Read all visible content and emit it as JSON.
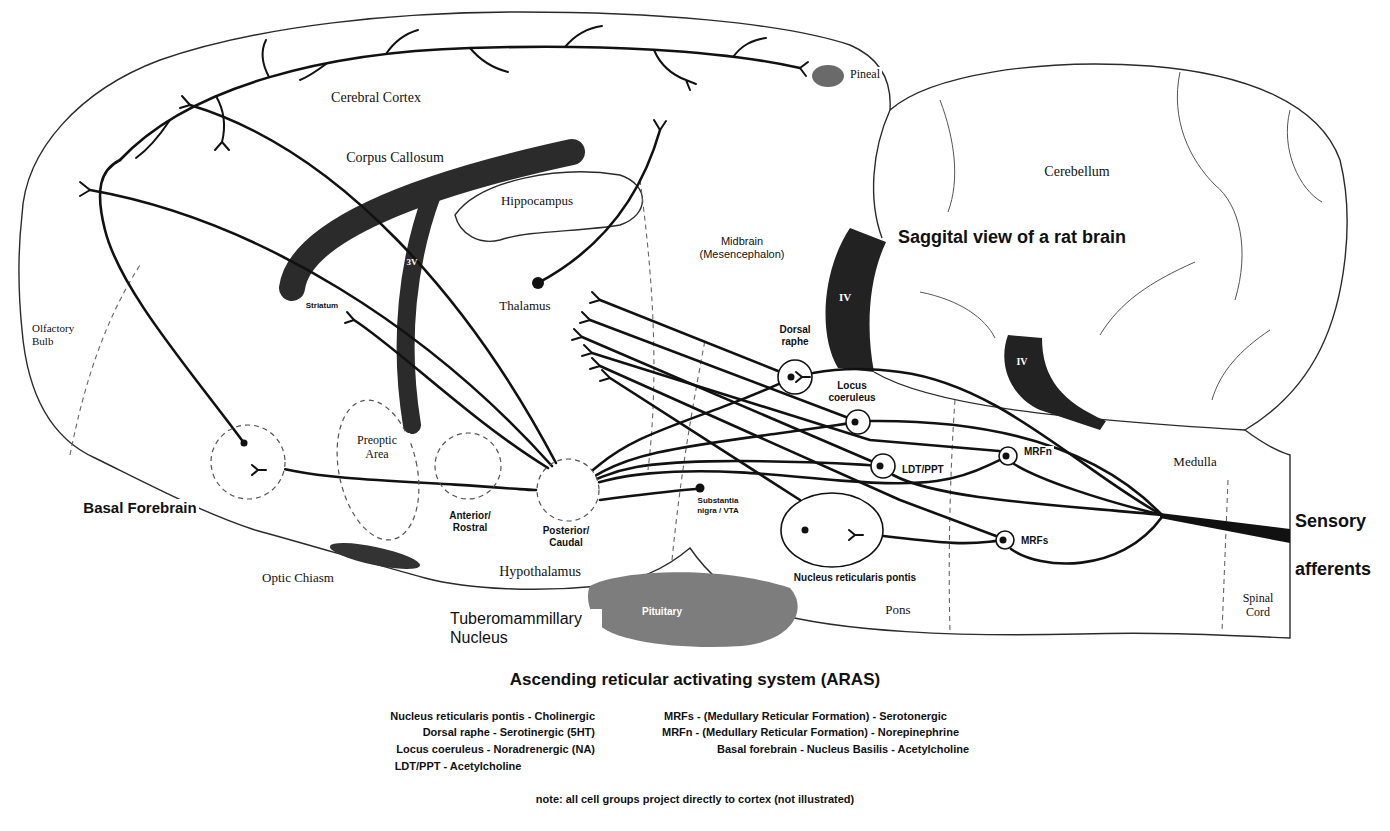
{
  "diagram": {
    "title": "Ascending reticular activating system (ARAS)",
    "nodes": [
      {
        "text": [
          "Basal Forebrain"
        ]
      },
      {
        "text": [
          "Preoptic Area"
        ]
      },
      {
        "text": [
          "Anterior/ Rostral"
        ]
      },
      {
        "text": [
          "Posterior/ Caudal"
        ]
      },
      {
        "text": [
          "Dorsal raphe"
        ]
      },
      {
        "text": [
          "Locus coeruleus"
        ]
      },
      {
        "text": [
          "LDT/PPT"
        ]
      },
      {
        "text": [
          "MRFn"
        ]
      },
      {
        "text": [
          "MRFs"
        ]
      },
      {
        "text": [
          "Nucleus reticularis pontis"
        ]
      }
    ],
    "edges": [
      {
        "from": 0,
        "to": 3,
        "arrow": "none"
      },
      {
        "from": 4,
        "to": 3,
        "arrow": "none"
      },
      {
        "from": 5,
        "to": 3,
        "arrow": "none"
      },
      {
        "from": 6,
        "to": 3,
        "arrow": "none"
      },
      {
        "from": 7,
        "to": 3,
        "arrow": "none"
      },
      {
        "from": 8,
        "to": 9,
        "arrow": "none"
      }
    ],
    "labels": [
      "Cerebral Cortex",
      "Pineal",
      "Corpus Callosum",
      "Hippocampus",
      "Cerebellum",
      "Saggital view of a rat brain",
      "Midbrain (Mesencephalon)",
      "Thalamus",
      "Striatum",
      "3V",
      "IV",
      "IV",
      "Olfactory Bulb",
      "Optic Chiasm",
      "Hypothalamus",
      "Tuberomammillary Nucleus",
      "Pituitary",
      "Substantia nigra / VTA",
      "Pons",
      "Medulla",
      "Spinal Cord",
      "Sensory afferents",
      "Nucleus reticularis pontis - Cholinergic",
      "Dorsal raphe - Serotinergic (5HT)",
      "Locus coeruleus - Noradrenergic (NA)",
      "LDT/PPT - Acetylcholine",
      "MRFs - (Medullary Reticular Formation) - Serotonergic",
      "MRFn - (Medullary Reticular Formation) - Norepinephrine",
      "Basal forebrain - Nucleus Basilis - Acetylcholine",
      "note: all cell groups project directly to cortex (not illustrated)"
    ]
  }
}
